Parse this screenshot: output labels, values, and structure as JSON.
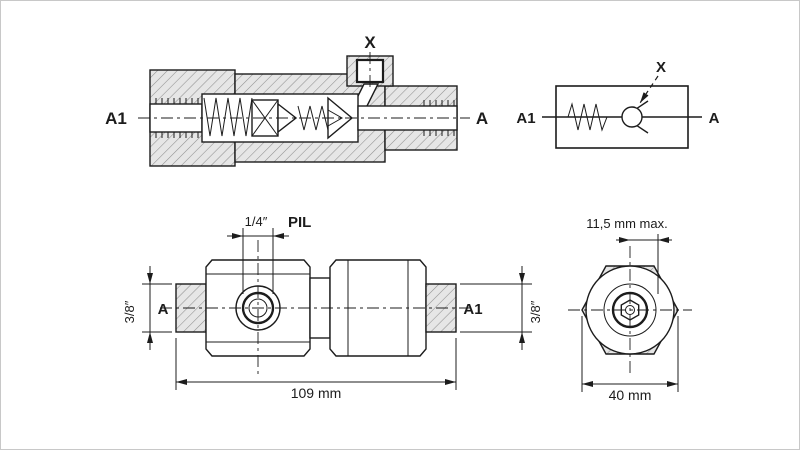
{
  "colors": {
    "line": "#1c1c1c",
    "hatch-fill": "#e6e6e6",
    "hatch-line": "#909090",
    "frame": "#c8c8c8",
    "background": "#ffffff"
  },
  "cross_section": {
    "port_x": "X",
    "port_a1": "A1",
    "port_a": "A"
  },
  "schematic": {
    "port_x": "X",
    "port_a1": "A1",
    "port_a": "A"
  },
  "side_view": {
    "dim_pilot_port": "1/4″",
    "pilot_label": "PIL",
    "port_a": "A",
    "port_a1": "A1",
    "dim_port_a": "3/8″",
    "dim_port_a1": "3/8″",
    "dim_overall_length": "109 mm"
  },
  "end_view": {
    "dim_socket": "11,5 mm max.",
    "dim_across_flats": "40 mm"
  }
}
